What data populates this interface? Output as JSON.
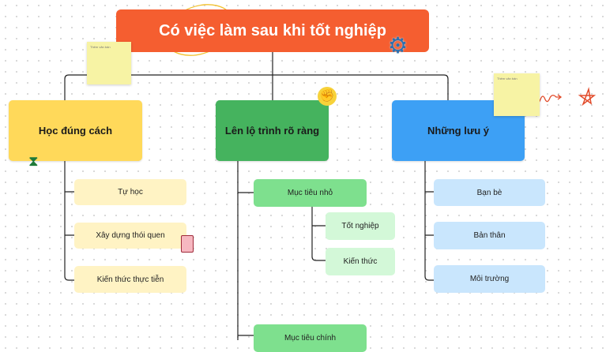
{
  "title": "Có việc làm sau khi tốt nghiệp",
  "colors": {
    "title": "#F55E30",
    "left": "#FFD95A",
    "middle": "#45B35E",
    "right": "#3DA0F5",
    "left_child": "#FFF3C4",
    "middle_child": "#7EE08E",
    "middle_sub": "#D3F8D8",
    "right_child": "#C9E6FD"
  },
  "branches": [
    {
      "label": "Học đúng cách",
      "children": [
        "Tự học",
        "Xây dựng thói quen",
        "Kiến thức thực tiễn"
      ]
    },
    {
      "label": "Lên lộ trình rõ ràng",
      "children": [
        {
          "label": "Mục tiêu nhỏ",
          "children": [
            "Tốt nghiệp",
            "Kiến thức"
          ]
        },
        {
          "label": "Mục tiêu chính"
        }
      ]
    },
    {
      "label": "Những lưu ý",
      "children": [
        "Bạn bè",
        "Bản thân",
        "Môi trường"
      ]
    }
  ],
  "sticky_notes": [
    "Thêm văn bản",
    "Thêm văn bản"
  ]
}
